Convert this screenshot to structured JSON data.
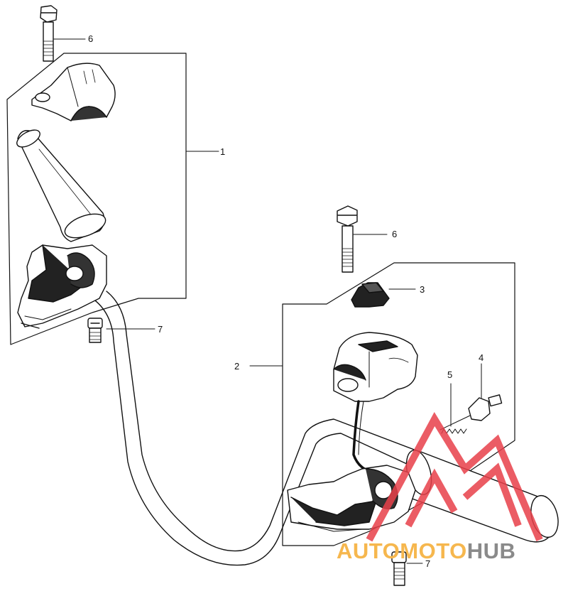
{
  "callouts": {
    "c1": "1",
    "c2": "2",
    "c3": "3",
    "c4": "4",
    "c5": "5",
    "c6a": "6",
    "c6b": "6",
    "c7a": "7",
    "c7b": "7"
  },
  "watermark": {
    "part1": "AUTOMOTO",
    "part2": "HUB",
    "color_primary": "#f6b74e",
    "color_secondary": "#8a8a8a",
    "logo_color": "#e8404a"
  },
  "colors": {
    "line": "#111111",
    "shade": "#222222"
  }
}
